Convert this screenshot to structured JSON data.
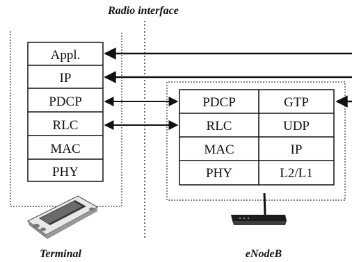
{
  "header": {
    "title": "Radio interface"
  },
  "terminal": {
    "label": "Terminal",
    "stack": [
      "Appl.",
      "IP",
      "PDCP",
      "RLC",
      "MAC",
      "PHY"
    ]
  },
  "enodeb": {
    "label": "eNodeB",
    "left_stack": [
      "PDCP",
      "RLC",
      "MAC",
      "PHY"
    ],
    "right_stack": [
      "GTP",
      "UDP",
      "IP",
      "L2/L1"
    ]
  },
  "colors": {
    "line": "#111111",
    "background": "#ffffff"
  }
}
